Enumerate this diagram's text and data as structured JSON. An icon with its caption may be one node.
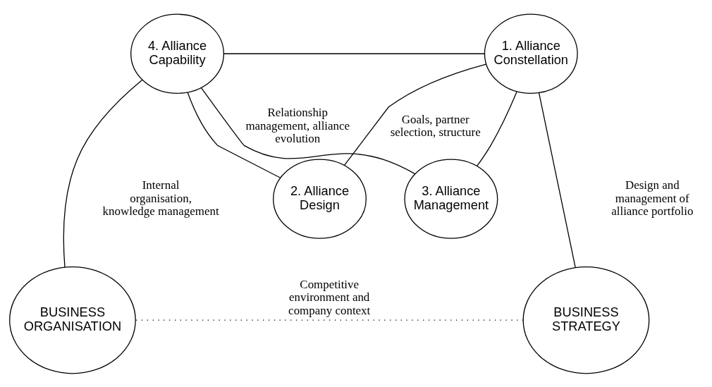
{
  "diagram": {
    "nodes": [
      {
        "text": [
          "1. Alliance Constellation"
        ]
      },
      {
        "text": [
          "2. Alliance Design"
        ]
      },
      {
        "text": [
          "3. Alliance Management"
        ]
      },
      {
        "text": [
          "4. Alliance Capability"
        ]
      },
      {
        "text": [
          "BUSINESS STRATEGY"
        ]
      },
      {
        "text": [
          "BUSINESS ORGANISATION"
        ]
      }
    ],
    "edges": [
      {
        "from": 0,
        "to": 1,
        "arrow": "none",
        "label": "Goals, partner selection, structure"
      },
      {
        "from": 1,
        "to": 3,
        "arrow": "none"
      },
      {
        "from": 0,
        "to": 2,
        "arrow": "none"
      },
      {
        "from": 2,
        "to": 3,
        "arrow": "none",
        "label": "Relationship management, alliance evolution"
      },
      {
        "from": 0,
        "to": 3,
        "arrow": "none"
      },
      {
        "from": 0,
        "to": 4,
        "arrow": "none"
      },
      {
        "from": 3,
        "to": 5,
        "arrow": "none"
      },
      {
        "from": 4,
        "to": 5,
        "arrow": "none",
        "style": "dashed",
        "label": "Competitive environment and company context"
      }
    ],
    "labels": [
      "Design and management of alliance portfolio",
      "Internal organisation, knowledge management"
    ]
  }
}
